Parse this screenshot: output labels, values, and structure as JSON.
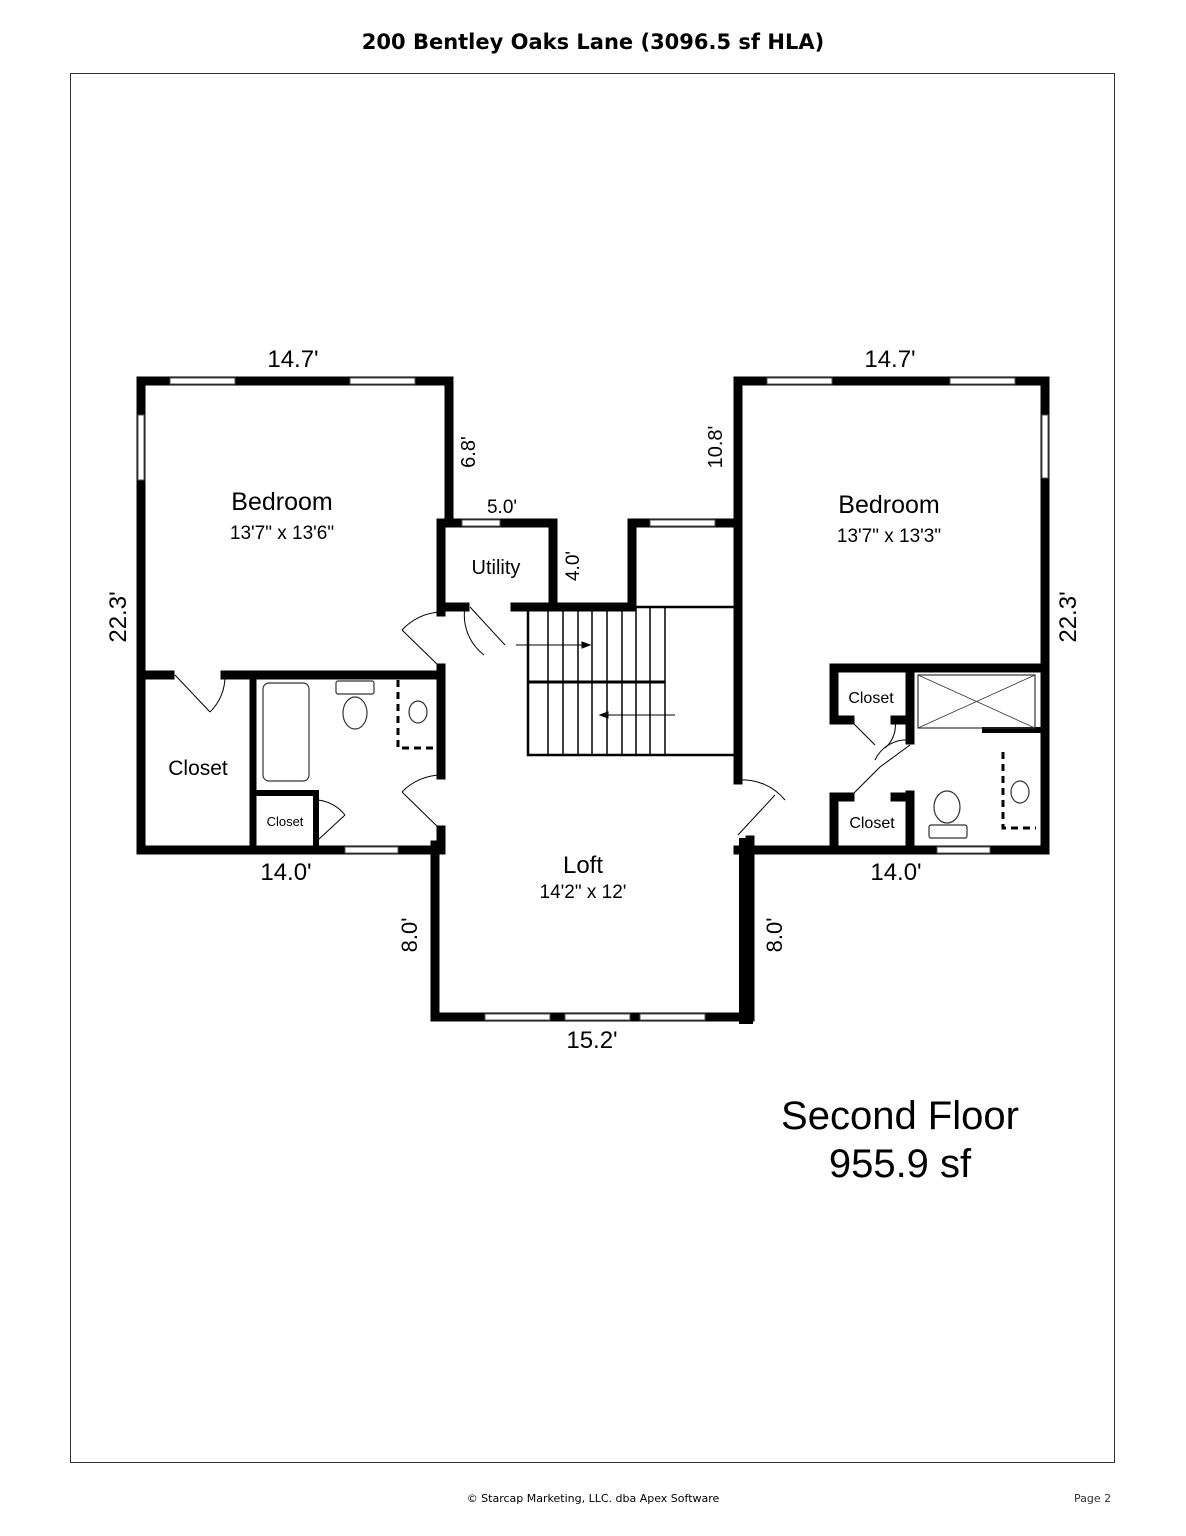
{
  "header": {
    "title": "200 Bentley Oaks Lane (3096.5 sf HLA)"
  },
  "rooms": {
    "bedroom_left": {
      "name": "Bedroom",
      "size": "13'7\" x 13'6\""
    },
    "bedroom_right": {
      "name": "Bedroom",
      "size": "13'7\" x 13'3\""
    },
    "utility": {
      "name": "Utility"
    },
    "loft": {
      "name": "Loft",
      "size": "14'2\" x 12'"
    },
    "closet_left_large": "Closet",
    "closet_left_small": "Closet",
    "closet_right_upper": "Closet",
    "closet_right_lower": "Closet"
  },
  "dimensions": {
    "left_top": "14.7'",
    "right_top": "14.7'",
    "left_side": "22.3'",
    "right_side": "22.3'",
    "left_inner": "6.8'",
    "right_inner": "10.8'",
    "utility_top": "5.0'",
    "utility_side": "4.0'",
    "left_bottom": "14.0'",
    "right_bottom": "14.0'",
    "loft_left": "8.0'",
    "loft_right": "8.0'",
    "loft_bottom": "15.2'"
  },
  "summary": {
    "floor": "Second Floor",
    "area": "955.9 sf"
  },
  "footer": {
    "copyright": "© Starcap Marketing, LLC. dba Apex Software",
    "page": "Page 2"
  }
}
